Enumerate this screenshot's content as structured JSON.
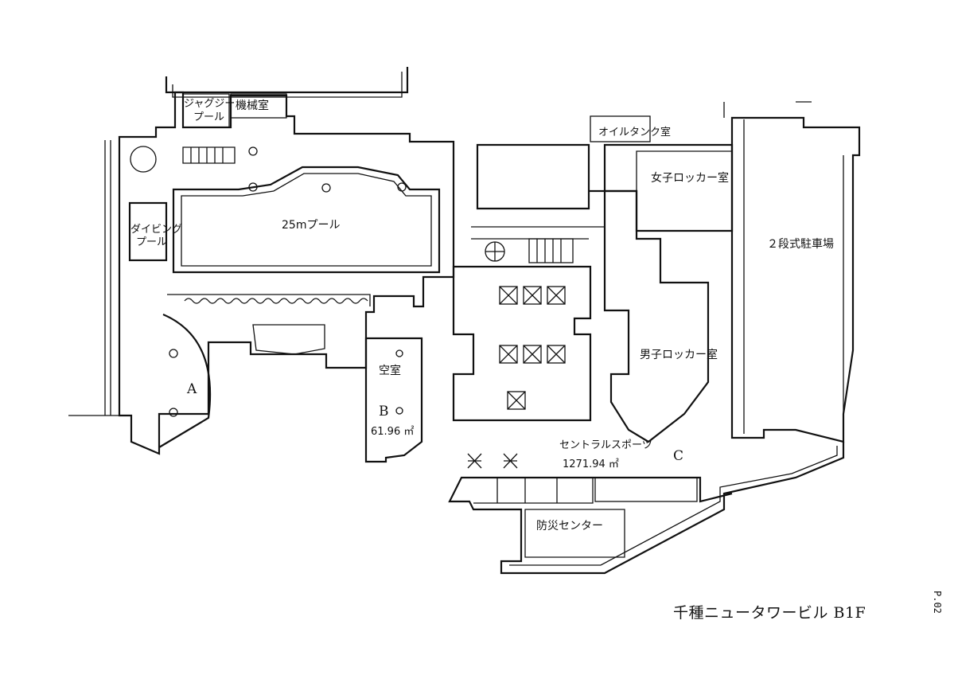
{
  "title": "千種ニュータワービル B1F",
  "page_number": "P.02",
  "rooms": {
    "jacuzzi_1": "ジャグジー",
    "jacuzzi_2": "プール",
    "machine_room": "機械室",
    "oil_tank_room": "オイルタンク室",
    "womens_locker": "女子ロッカー室",
    "pool_25m": "25mプール",
    "diving_1": "ダイビング",
    "diving_2": "プール",
    "parking": "２段式駐車場",
    "mens_locker": "男子ロッカー室",
    "vacant": "空室",
    "disaster_center": "防災センター",
    "central_sports": "セントラルスポーツ"
  },
  "zones": {
    "a": "A",
    "b": "B",
    "b_area": "61.96 ㎡",
    "c": "C",
    "c_area": "1271.94 ㎡"
  }
}
